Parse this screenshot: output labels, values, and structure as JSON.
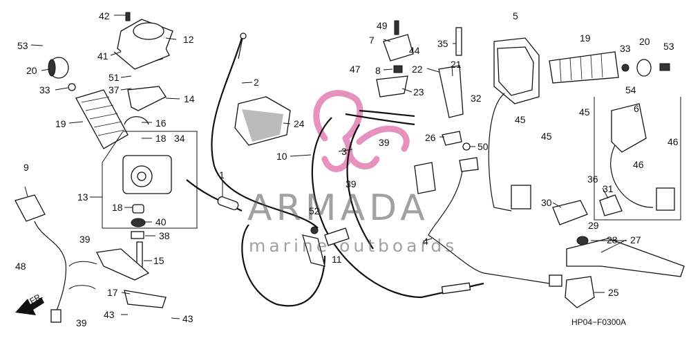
{
  "diagram": {
    "code": "HP04−F0300A",
    "watermark": {
      "brand": "ARMADA",
      "tagline": "marine outboards",
      "logo_color": "#e37fb3"
    },
    "callouts": [
      "1",
      "2",
      "3",
      "4",
      "5",
      "6",
      "7",
      "8",
      "9",
      "10",
      "11",
      "12",
      "13",
      "14",
      "15",
      "16",
      "17",
      "18",
      "18",
      "19",
      "19",
      "20",
      "20",
      "21",
      "22",
      "23",
      "24",
      "25",
      "26",
      "27",
      "28",
      "29",
      "30",
      "31",
      "32",
      "33",
      "33",
      "34",
      "35",
      "36",
      "37",
      "38",
      "39",
      "39",
      "39",
      "39",
      "40",
      "41",
      "42",
      "43",
      "43",
      "44",
      "45",
      "45",
      "45",
      "46",
      "46",
      "47",
      "48",
      "49",
      "50",
      "51",
      "52",
      "53",
      "53",
      "54"
    ],
    "direction_label": "FR."
  }
}
